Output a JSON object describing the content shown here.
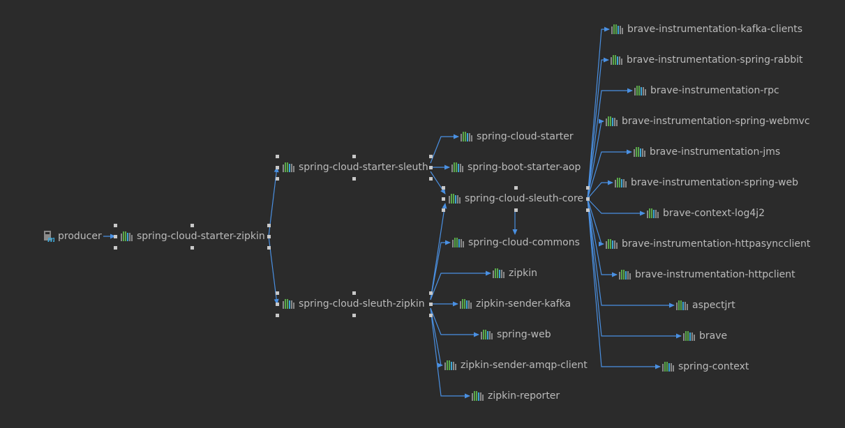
{
  "colors": {
    "background": "#2b2b2b",
    "edge": "#4a90e2",
    "text": "#bbbbbb",
    "icon_green": "#5aa84a",
    "icon_blue": "#3fa7d6"
  },
  "root": {
    "id": "producer",
    "label": "producer",
    "icon": "maven-module-icon"
  },
  "nodes": [
    {
      "id": "scsz",
      "label": "spring-cloud-starter-zipkin"
    },
    {
      "id": "scss",
      "label": "spring-cloud-starter-sleuth"
    },
    {
      "id": "scsz2",
      "label": "spring-cloud-sleuth-zipkin"
    },
    {
      "id": "scstarter",
      "label": "spring-cloud-starter"
    },
    {
      "id": "sbsaop",
      "label": "spring-boot-starter-aop"
    },
    {
      "id": "sccore",
      "label": "spring-cloud-sleuth-core"
    },
    {
      "id": "sccommons",
      "label": "spring-cloud-commons"
    },
    {
      "id": "zipkin",
      "label": "zipkin"
    },
    {
      "id": "zskafka",
      "label": "zipkin-sender-kafka"
    },
    {
      "id": "springweb",
      "label": "spring-web"
    },
    {
      "id": "zsamqp",
      "label": "zipkin-sender-amqp-client"
    },
    {
      "id": "zreporter",
      "label": "zipkin-reporter"
    },
    {
      "id": "bikafka",
      "label": "brave-instrumentation-kafka-clients"
    },
    {
      "id": "birabbit",
      "label": "brave-instrumentation-spring-rabbit"
    },
    {
      "id": "birpc",
      "label": "brave-instrumentation-rpc"
    },
    {
      "id": "biwebmvc",
      "label": "brave-instrumentation-spring-webmvc"
    },
    {
      "id": "bijms",
      "label": "brave-instrumentation-jms"
    },
    {
      "id": "biweb",
      "label": "brave-instrumentation-spring-web"
    },
    {
      "id": "bclog4j2",
      "label": "brave-context-log4j2"
    },
    {
      "id": "bihac",
      "label": "brave-instrumentation-httpasyncclient"
    },
    {
      "id": "bihc",
      "label": "brave-instrumentation-httpclient"
    },
    {
      "id": "aspectjrt",
      "label": "aspectjrt"
    },
    {
      "id": "brave",
      "label": "brave"
    },
    {
      "id": "springctx",
      "label": "spring-context"
    }
  ],
  "edges": [
    [
      "producer",
      "scsz"
    ],
    [
      "scsz",
      "scss"
    ],
    [
      "scsz",
      "scsz2"
    ],
    [
      "scss",
      "scstarter"
    ],
    [
      "scss",
      "sbsaop"
    ],
    [
      "scss",
      "sccore"
    ],
    [
      "scsz2",
      "sccore"
    ],
    [
      "scsz2",
      "sccommons"
    ],
    [
      "scsz2",
      "zipkin"
    ],
    [
      "scsz2",
      "zskafka"
    ],
    [
      "scsz2",
      "springweb"
    ],
    [
      "scsz2",
      "zsamqp"
    ],
    [
      "scsz2",
      "zreporter"
    ],
    [
      "sccore",
      "sccommons"
    ],
    [
      "sccore",
      "bikafka"
    ],
    [
      "sccore",
      "birabbit"
    ],
    [
      "sccore",
      "birpc"
    ],
    [
      "sccore",
      "biwebmvc"
    ],
    [
      "sccore",
      "bijms"
    ],
    [
      "sccore",
      "biweb"
    ],
    [
      "sccore",
      "bclog4j2"
    ],
    [
      "sccore",
      "bihac"
    ],
    [
      "sccore",
      "bihc"
    ],
    [
      "sccore",
      "aspectjrt"
    ],
    [
      "sccore",
      "brave"
    ],
    [
      "sccore",
      "springctx"
    ]
  ],
  "selected": [
    "scsz",
    "scss",
    "scsz2",
    "sccore"
  ]
}
